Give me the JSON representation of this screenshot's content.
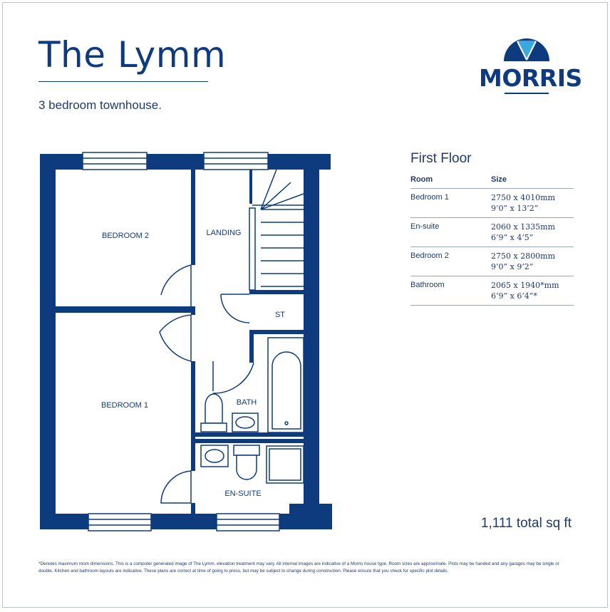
{
  "title": "The Lymm",
  "subtitle": "3 bedroom townhouse.",
  "logo": {
    "text": "MORRIS",
    "color": "#0d3b7e",
    "accent": "#3aa9e0"
  },
  "floor": {
    "title": "First Floor",
    "columns": [
      "Room",
      "Size"
    ],
    "rooms": [
      {
        "name": "Bedroom 1",
        "metric": "2750 x 4010mm",
        "imperial": "9’0” x 13’2”"
      },
      {
        "name": "En-suite",
        "metric": "2060 x 1335mm",
        "imperial": "6’9” x 4’5”"
      },
      {
        "name": "Bedroom 2",
        "metric": "2750 x 2800mm",
        "imperial": "9’0” x 9’2”"
      },
      {
        "name": "Bathroom",
        "metric": "2065 x 1940*mm",
        "imperial": "6’9” x 6’4”*"
      }
    ]
  },
  "plan_labels": {
    "bedroom2": "BEDROOM 2",
    "landing": "LANDING",
    "store": "ST",
    "bath": "BATH",
    "bedroom1": "BEDROOM 1",
    "ensuite": "EN-SUITE"
  },
  "total_area": "1,111 total sq ft",
  "footnote": "*Denotes maximum room dimensions. This is a computer generated image of The Lymm, elevation treatment may vary. All internal images are indicative of a Morris house type. Room sizes are approximate. Plots may be handed and any garages may be single or double. Kitchen and bathroom layouts are indicative. These plans are correct at time of going to press, but may be subject to change during construction. Please ensure that you check for specific plot details.",
  "colors": {
    "wall": "#0d3b7e",
    "text": "#1f3a6b"
  }
}
